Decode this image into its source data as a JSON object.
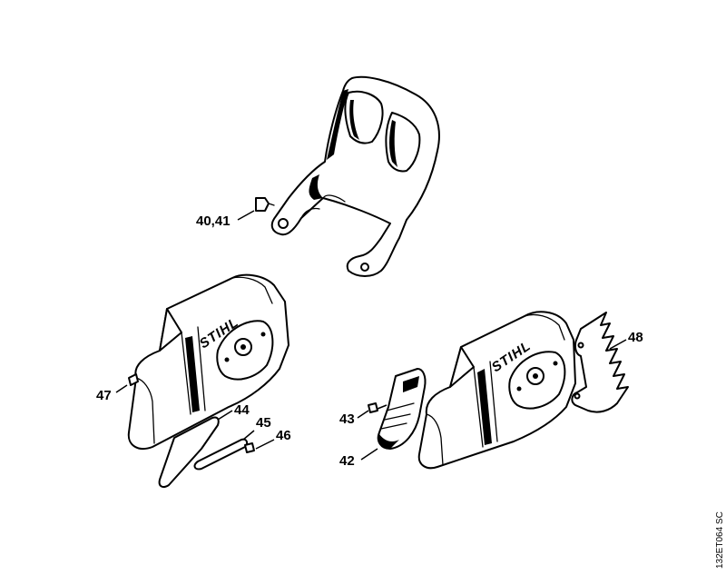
{
  "labels": {
    "p40_41": "40,41",
    "p47": "47",
    "p44": "44",
    "p45": "45",
    "p46": "46",
    "p43": "43",
    "p42": "42",
    "p48": "48"
  },
  "brand": {
    "left_cover": "STIHL",
    "right_cover": "STIHL"
  },
  "drawing_code": "132ET064 SC"
}
